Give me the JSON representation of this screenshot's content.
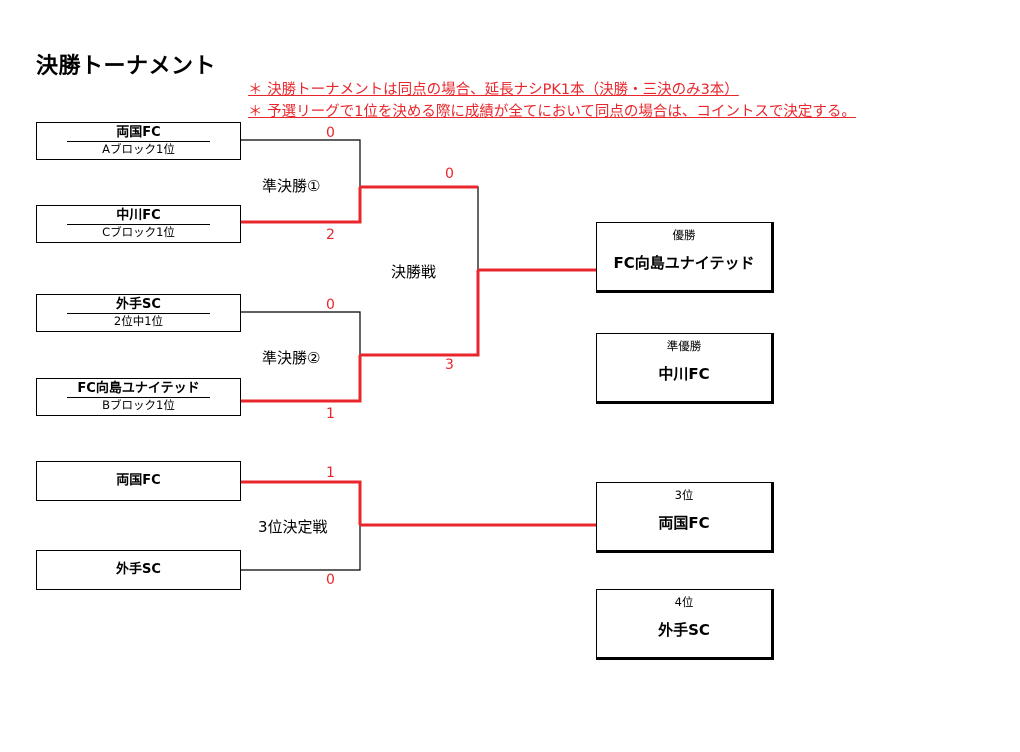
{
  "title": "決勝トーナメント",
  "notes": [
    "＊ 決勝トーナメントは同点の場合、延長ナシPK1本（決勝・三決のみ3本）",
    "＊ 予選リーグで1位を決める際に成績が全てにおいて同点の場合は、コイントスで決定する。"
  ],
  "teams": [
    {
      "name": "両国FC",
      "sub": "Aブロック1位",
      "score": "0"
    },
    {
      "name": "中川FC",
      "sub": "Cブロック1位",
      "score": "2"
    },
    {
      "name": "外手SC",
      "sub": "2位中1位",
      "score": "0"
    },
    {
      "name": "FC向島ユナイテッド",
      "sub": "Bブロック1位",
      "score": "1"
    },
    {
      "name": "両国FC",
      "score": "1"
    },
    {
      "name": "外手SC",
      "score": "0"
    }
  ],
  "rounds": {
    "semi1": "準決勝①",
    "semi2": "準決勝②",
    "final": "決勝戦",
    "third": "3位決定戦"
  },
  "final_scores": {
    "top": "0",
    "bottom": "3"
  },
  "results": [
    {
      "label": "優勝",
      "name": "FC向島ユナイテッド"
    },
    {
      "label": "準優勝",
      "name": "中川FC"
    },
    {
      "label": "3位",
      "name": "両国FC"
    },
    {
      "label": "4位",
      "name": "外手SC"
    }
  ],
  "colors": {
    "winner_line": "#e8262c",
    "line": "#000000",
    "note_text": "#e8262c"
  }
}
